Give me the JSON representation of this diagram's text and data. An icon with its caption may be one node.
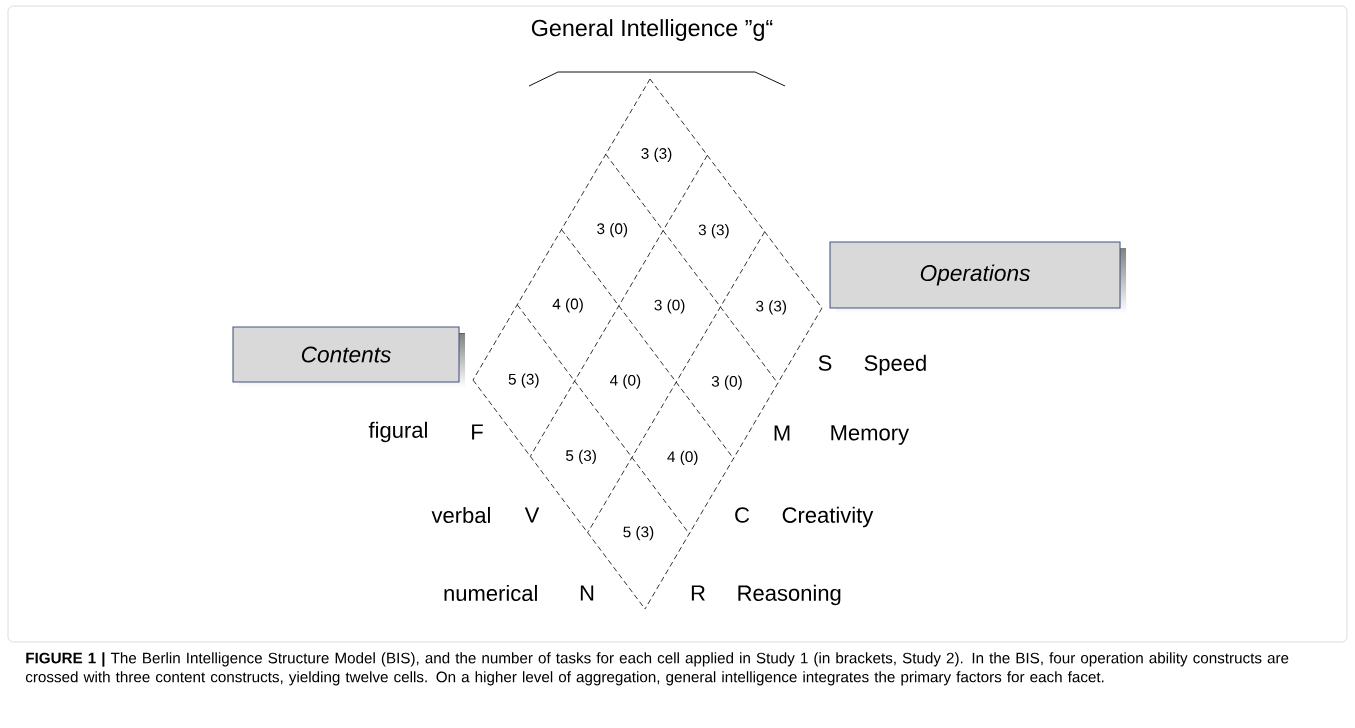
{
  "diagram": {
    "title": "General Intelligence ”g“",
    "caption": "**FIGURE 1 |** The Berlin Intelligence Structure Model (BIS), and the number of tasks for each cell applied in Study 1 (in brackets, Study 2). In the BIS, four operation ability constructs are crossed with three content constructs, yielding twelve cells. On a higher level of aggregation, general intelligence integrates the primary factors for each facet.",
    "nodes": [
      {
        "text": [
          "Contents"
        ]
      },
      {
        "text": [
          "Operations"
        ]
      },
      {
        "text": [
          "3 (3)"
        ]
      },
      {
        "text": [
          "3 (3)"
        ]
      },
      {
        "text": [
          "3 (3)"
        ]
      },
      {
        "text": [
          "3 (0)"
        ]
      },
      {
        "text": [
          "3 (0)"
        ]
      },
      {
        "text": [
          "3 (0)"
        ]
      },
      {
        "text": [
          "4 (0)"
        ]
      },
      {
        "text": [
          "4 (0)"
        ]
      },
      {
        "text": [
          "4 (0)"
        ]
      },
      {
        "text": [
          "5 (3)"
        ]
      },
      {
        "text": [
          "5 (3)"
        ]
      },
      {
        "text": [
          "5 (3)"
        ]
      }
    ],
    "labels": [
      "S",
      "Speed",
      "figural",
      "F",
      "M",
      "Memory",
      "verbal",
      "V",
      "C",
      "Creativity",
      "numerical",
      "N",
      "R",
      "Reasoning"
    ]
  }
}
